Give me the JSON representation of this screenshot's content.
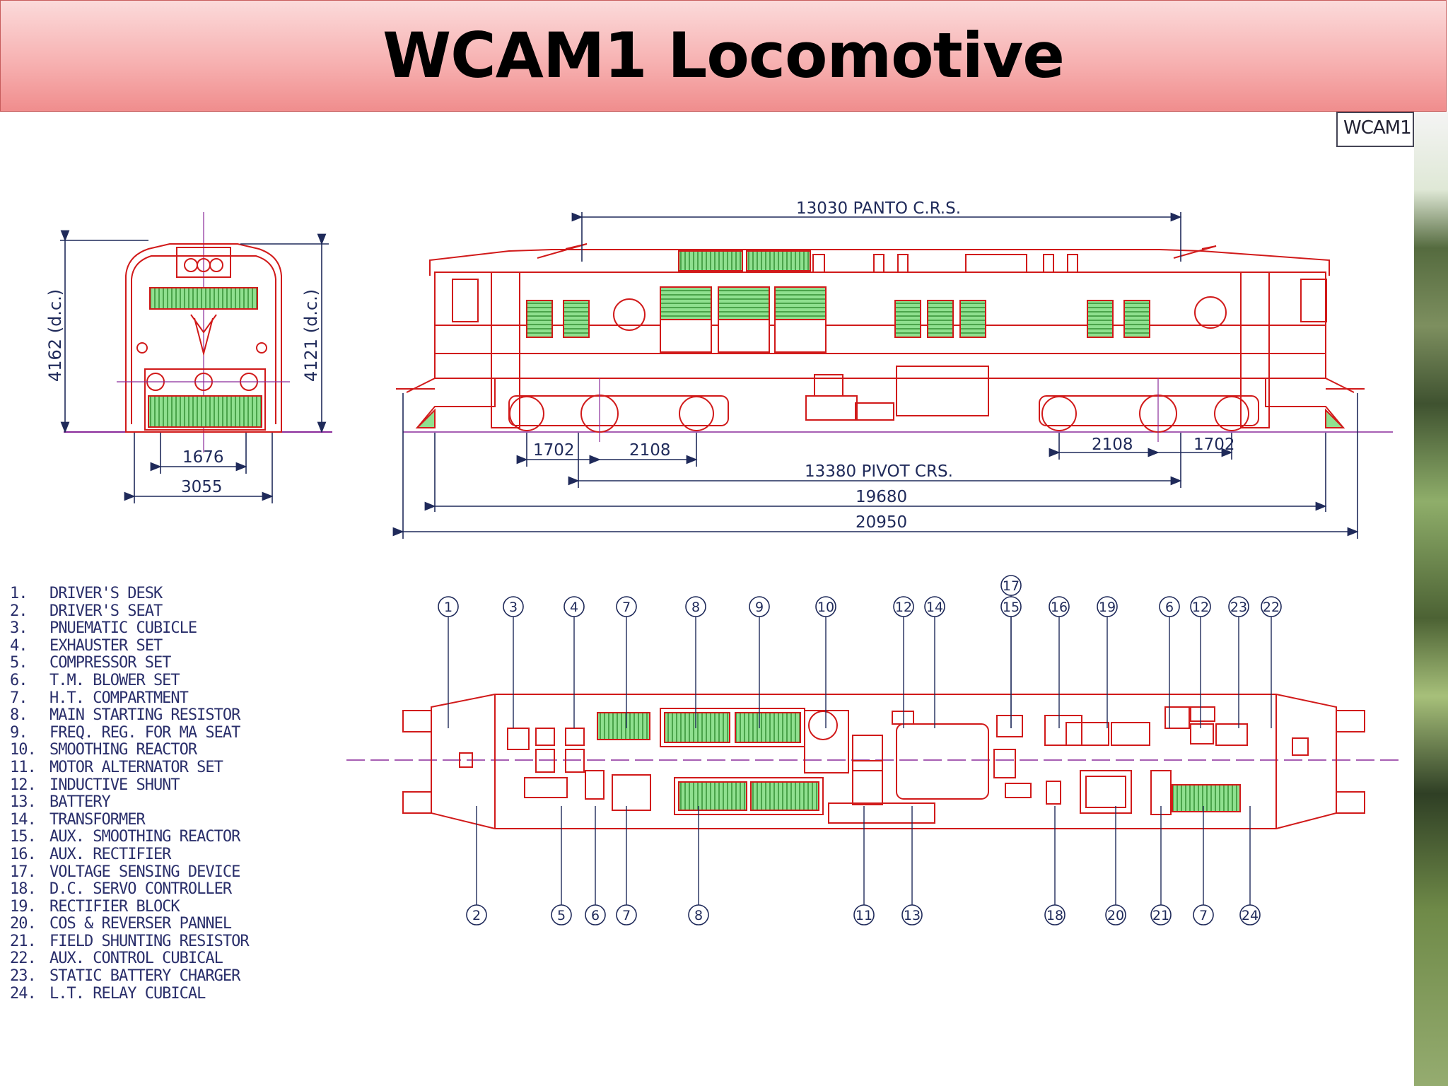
{
  "title": "WCAM1 Locomotive",
  "corner_label": "WCAM1",
  "dimensions": {
    "front_height_left": "4162 (d.c.)",
    "front_height_right": "4121 (d.c.)",
    "front_gauge": "1676",
    "front_width": "3055",
    "panto_centres": "13030 PANTO C.R.S.",
    "pivot_centres": "13380 PIVOT CRS.",
    "axle_1702_left": "1702",
    "axle_2108_left": "2108",
    "axle_2108_right": "2108",
    "axle_1702_right": "1702",
    "length_body": "19680",
    "length_overall": "20950"
  },
  "top_callouts": [
    "1",
    "3",
    "4",
    "7",
    "8",
    "9",
    "10",
    "12",
    "14",
    "17",
    "15",
    "16",
    "19",
    "6",
    "12",
    "23",
    "22"
  ],
  "bottom_callouts": [
    "2",
    "5",
    "6",
    "7",
    "8",
    "11",
    "13",
    "18",
    "20",
    "21",
    "7",
    "24"
  ],
  "legend": [
    {
      "num": "1.",
      "label": "DRIVER'S DESK"
    },
    {
      "num": "2.",
      "label": "DRIVER'S SEAT"
    },
    {
      "num": "3.",
      "label": "PNUEMATIC CUBICLE"
    },
    {
      "num": "4.",
      "label": "EXHAUSTER SET"
    },
    {
      "num": "5.",
      "label": "COMPRESSOR SET"
    },
    {
      "num": "6.",
      "label": "T.M. BLOWER SET"
    },
    {
      "num": "7.",
      "label": "H.T. COMPARTMENT"
    },
    {
      "num": "8.",
      "label": "MAIN STARTING RESISTOR"
    },
    {
      "num": "9.",
      "label": "FREQ. REG. FOR MA SEAT"
    },
    {
      "num": "10.",
      "label": "SMOOTHING REACTOR"
    },
    {
      "num": "11.",
      "label": "MOTOR ALTERNATOR SET"
    },
    {
      "num": "12.",
      "label": "INDUCTIVE SHUNT"
    },
    {
      "num": "13.",
      "label": "BATTERY"
    },
    {
      "num": "14.",
      "label": "TRANSFORMER"
    },
    {
      "num": "15.",
      "label": "AUX. SMOOTHING REACTOR"
    },
    {
      "num": "16.",
      "label": "AUX. RECTIFIER"
    },
    {
      "num": "17.",
      "label": "VOLTAGE SENSING DEVICE"
    },
    {
      "num": "18.",
      "label": "D.C. SERVO CONTROLLER"
    },
    {
      "num": "19.",
      "label": "RECTIFIER BLOCK"
    },
    {
      "num": "20.",
      "label": "COS & REVERSER PANNEL"
    },
    {
      "num": "21.",
      "label": "FIELD SHUNTING RESISTOR"
    },
    {
      "num": "22.",
      "label": "AUX. CONTROL CUBICAL"
    },
    {
      "num": "23.",
      "label": "STATIC BATTERY CHARGER"
    },
    {
      "num": "24.",
      "label": "L.T. RELAY CUBICAL"
    }
  ],
  "colors": {
    "outline": "#d11a1a",
    "fill": "#8fe08f",
    "dim": "#1f2a5a",
    "axis": "#8a2a9a",
    "title_bar": "#f5a3a3"
  }
}
